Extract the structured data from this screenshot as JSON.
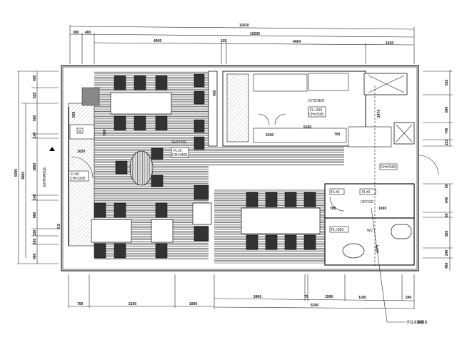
{
  "dimensions": {
    "top": {
      "total": "11010",
      "seg_a": "390",
      "seg_b": "400",
      "inner": "10230",
      "left_room": "4095",
      "wall": "155",
      "center": "4404",
      "right": "1520"
    },
    "bottom": {
      "seg1": "700",
      "seg2": "2160",
      "seg3": "1060",
      "seg4": "2400",
      "seg5": "75",
      "seg6": "1590",
      "seg7": "1160",
      "seg8": "240",
      "total_right": "6290"
    },
    "left": {
      "total": "5090",
      "inner": "4985",
      "s1": "495",
      "s2": "525",
      "s3": "580",
      "s4": "140",
      "s5": "1880",
      "s6": "140",
      "s7": "860",
      "s8": "330",
      "s9": "180",
      "s10": "495",
      "step": "S.S"
    },
    "right": {
      "r1": "515",
      "r2": "840",
      "r3": "740",
      "r4": "210",
      "r5": "80",
      "r6": "840",
      "r7": "80",
      "r8": "920",
      "r9": "240",
      "r10": "480"
    },
    "interior": {
      "d500a": "500",
      "d500b": "500",
      "d1020": "1020",
      "d450": "450",
      "d3190": "3190",
      "d5245": "5245",
      "d700": "700",
      "d2470": "2470",
      "d2375": "2375",
      "d785": "785",
      "d1000": "1000"
    }
  },
  "rooms": {
    "kitchen": {
      "name": "KITCHEN",
      "fl": "FL+100",
      "ch": "CH=2300"
    },
    "seating": {
      "name": "SEATING",
      "fl": "FL±0",
      "ch": "CH=2400"
    },
    "entrance": {
      "name": "ENTRANCE",
      "fl": "FL±0",
      "ch": "CH=2300"
    },
    "office": {
      "name": "OFFICE",
      "fl": "FL±0"
    },
    "corridor": {
      "fl": "FL±0",
      "ch": "CH=2300"
    },
    "wc": {
      "name": "WC",
      "fl": "FL+200"
    },
    "register": "R"
  },
  "annotation": "クロス張替え"
}
